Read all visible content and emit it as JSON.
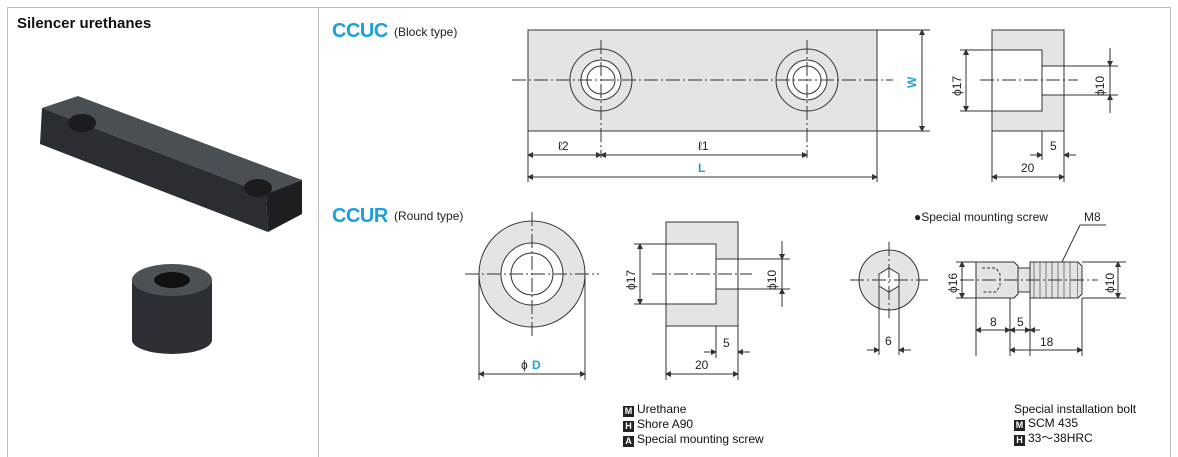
{
  "section_title": "Silencer urethanes",
  "ccuc": {
    "code": "CCUC",
    "type": "(Block type)"
  },
  "ccur": {
    "code": "CCUR",
    "type": "(Round type)"
  },
  "dims": {
    "W": "W",
    "L": "L",
    "l1": "ℓ1",
    "l2": "ℓ2",
    "phi17": "ϕ17",
    "phi10": "ϕ10",
    "five": "5",
    "twenty": "20",
    "phiD": "D",
    "phi_sym": "ϕ",
    "phi16": "ϕ16",
    "six": "6",
    "eight": "8",
    "eighteen": "18",
    "m8": "M8"
  },
  "special_screw_label": "●Special mounting screw",
  "specs_left": [
    {
      "badge": "M",
      "text": "Urethane"
    },
    {
      "badge": "H",
      "text": "Shore A90"
    },
    {
      "badge": "A",
      "text": "Special mounting screw"
    }
  ],
  "specs_right_title": "Special installation bolt",
  "specs_right": [
    {
      "badge": "M",
      "text": "SCM 435"
    },
    {
      "badge": "H",
      "text": "33～38HRC"
    }
  ],
  "colors": {
    "accent": "#1aa0dc",
    "part_fill": "#e4e4e4",
    "line": "#333333"
  }
}
